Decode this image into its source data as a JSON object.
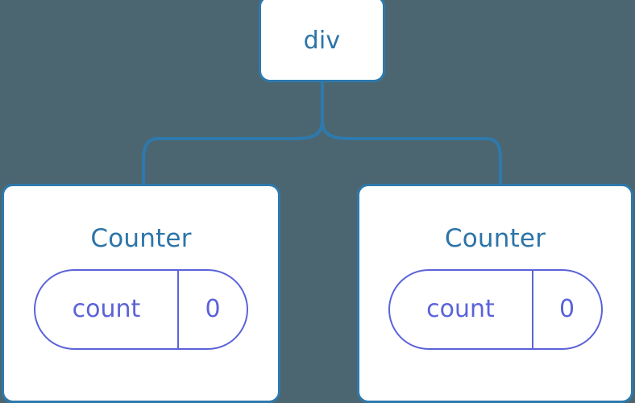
{
  "diagram": {
    "type": "component-tree",
    "background_color": "#4c6671",
    "node_border_color": "#2e79ad",
    "node_fill_color": "#ffffff",
    "node_label_color": "#2c74a8",
    "state_pill_color": "#5b63d8",
    "connector_color": "#2e79ad",
    "root": {
      "label": "div"
    },
    "children": [
      {
        "label": "Counter",
        "state": {
          "key": "count",
          "value": "0"
        }
      },
      {
        "label": "Counter",
        "state": {
          "key": "count",
          "value": "0"
        }
      }
    ]
  }
}
